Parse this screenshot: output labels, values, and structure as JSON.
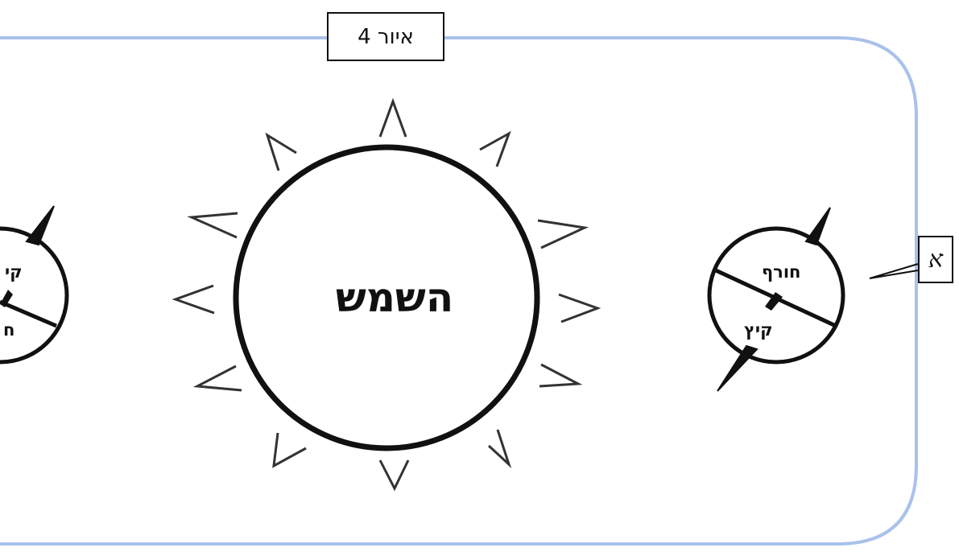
{
  "figure": {
    "label": "איור 4"
  },
  "sun": {
    "label": "השמש"
  },
  "earth_right": {
    "winter_label": "חורף",
    "summer_label": "קיץ"
  },
  "earth_left": {
    "summer_label_partial": "קי",
    "winter_label_partial": "ח"
  },
  "callout": {
    "letter": "א"
  },
  "colors": {
    "frame_border": "#a9c2ec",
    "outline": "#111111",
    "rays": "#333333"
  }
}
